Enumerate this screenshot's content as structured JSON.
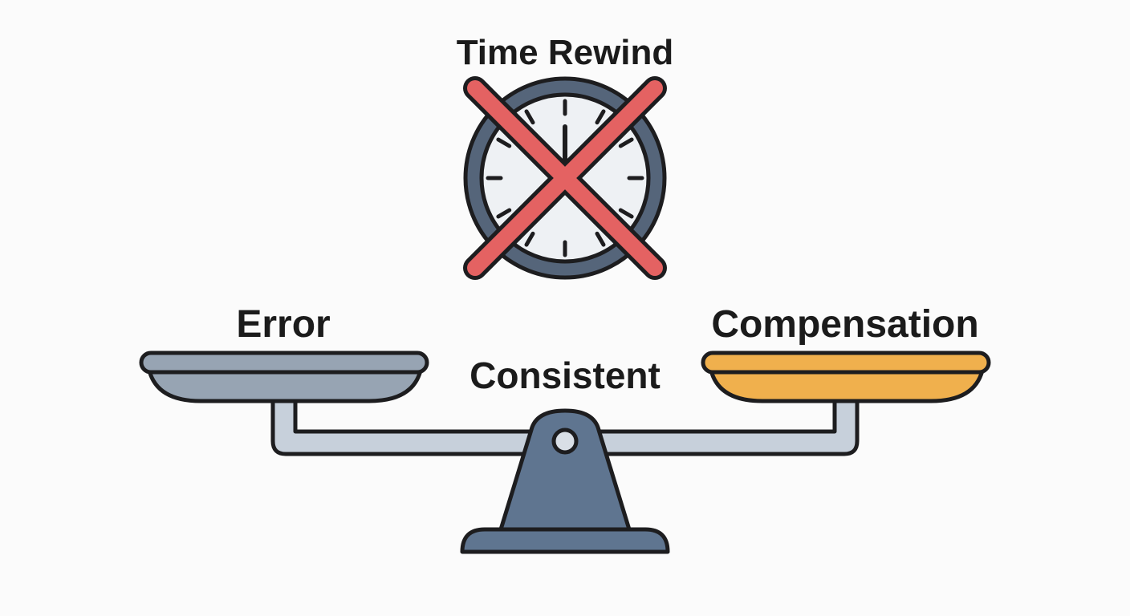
{
  "title": "Time Rewind",
  "labels": {
    "left_pan": "Error",
    "right_pan": "Compensation",
    "center": "Consistent"
  },
  "icons": {
    "clock": "clock-icon",
    "cross": "cross-mark-icon",
    "scale": "balance-scale-icon"
  },
  "colors": {
    "outline": "#1d1d1f",
    "clock_rim": "#55657a",
    "clock_face": "#eef1f4",
    "cross": "#e46262",
    "left_pan": "#97a4b3",
    "right_pan": "#f0b04d",
    "beam": "#c7d0db",
    "fulcrum": "#5f7590",
    "background": "#fbfbfb"
  }
}
